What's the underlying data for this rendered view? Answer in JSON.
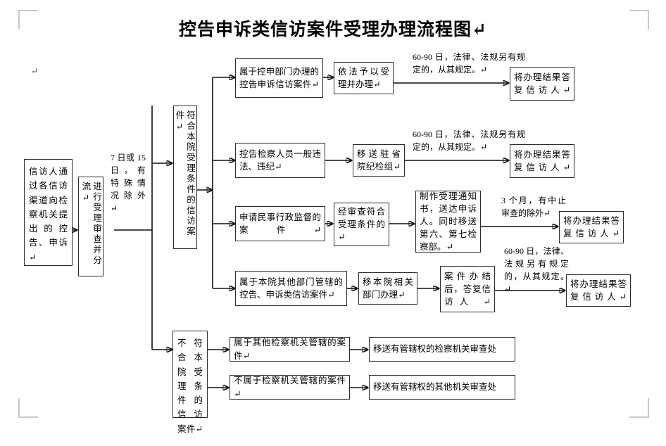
{
  "page": {
    "title": "控告申诉类信访案件受理办理流程图↵",
    "corner_marks": [
      "top-left",
      "top-right",
      "bottom-left",
      "bottom-right"
    ],
    "stray_mark": "↵"
  },
  "nodes": {
    "source": "信访人通过各信访渠道向检察机关提出的控告、申诉↵",
    "intake_review": "进行受理审查并分流↵",
    "qualified": "符合本院受理条件的信访案件↵",
    "unqualified": "不符合本院受理条件的信访案件↵",
    "branch1": {
      "case": "属于控申部门办理的控告申诉信访案件↵",
      "action": "依法予以受理并办理↵",
      "result": "将办理结果答复信访人↵"
    },
    "branch2": {
      "case": "控告检察人员一般违法、违纪↵",
      "action": "移送驻省院纪检组↵",
      "result": "将办理结果答复信访人↵"
    },
    "branch3": {
      "case": "申请民事行政监督的案件↵",
      "action": "经审查符合受理条件的↵",
      "notice": "制作受理通知书，送达申诉人。同时移送第六、第七检察部。↵",
      "result": "将办理结果答复信访人↵"
    },
    "branch4": {
      "case": "属于本院其他部门管辖的控告、申诉类信访案件↵",
      "action": "移本院相关部门办理↵",
      "reply": "案件办结后，答复信访人 ↵",
      "result": "将办理结果答复信访人↵"
    },
    "branch5": {
      "case": "属于其他检察机关管辖的案件↵",
      "action": "移送有管辖权的检察机关审查处"
    },
    "branch6": {
      "case": "不属于检察机关管辖的案件↵",
      "action": "移送有管辖权的其他机关审查处"
    }
  },
  "edge_labels": {
    "intake_deadline": "7 日或 15 日，有 特 殊 情 况 除 外↵",
    "branch1_deadline": "60-90 日，法律、法规另有规定的，从其规定。↵",
    "branch2_deadline": "60-90 日，法律、法规另有规定的，从其规定。↵",
    "branch3_deadline": "3 个月，有中止审查的除外↵",
    "branch4_deadline": "60-90 日，法律、法规另有规定的，从其规定。↵"
  }
}
